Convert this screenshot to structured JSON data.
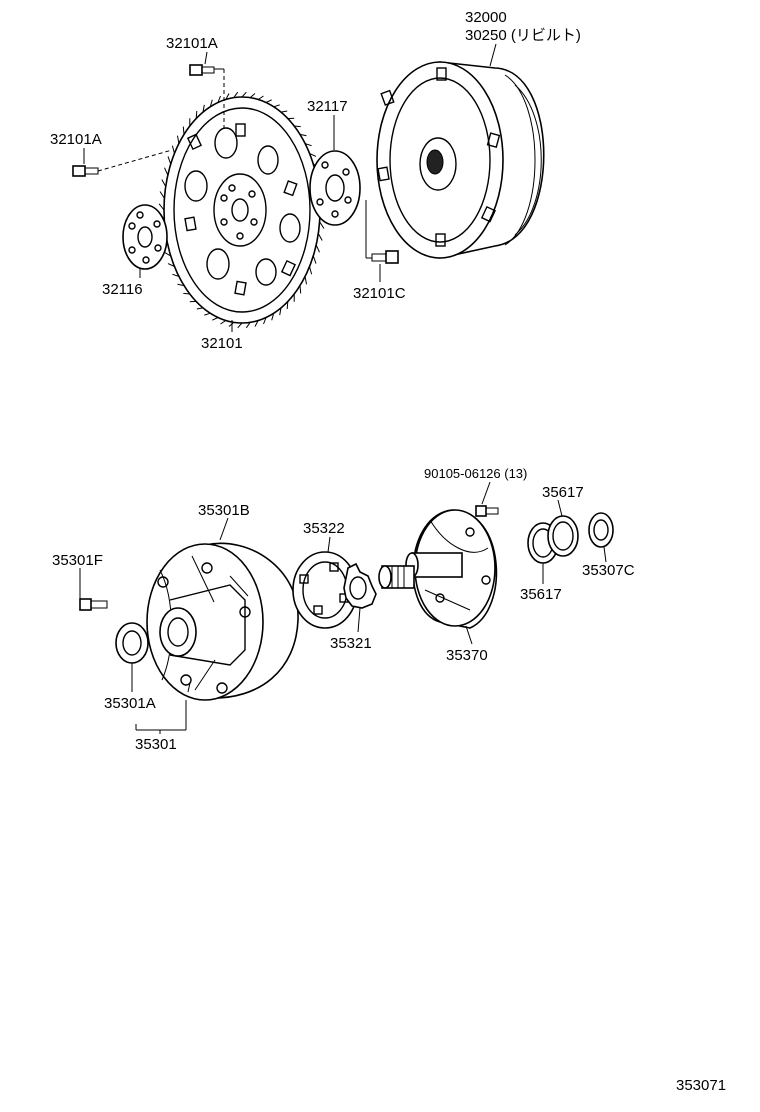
{
  "labels": {
    "flywheel_bolt_top": "32101A",
    "flywheel_bolt_left": "32101A",
    "ring_plate": "32117",
    "converter": "32000",
    "converter_reman": "30250 (リビルト)",
    "drive_plate": "32116",
    "converter_bolt": "32101C",
    "flywheel": "32101",
    "pump_body_cover": "35301B",
    "pump_bolt": "35301F",
    "driven_gear": "35322",
    "drive_gear": "35321",
    "stator_bolt": "90105-06126 (13)",
    "seal_ring_top": "35617",
    "seal_ring_bottom": "35617",
    "thrust_washer": "35307C",
    "stator_shaft": "35370",
    "oil_seal": "35301A",
    "pump_assy": "35301",
    "page_ref": "353071"
  }
}
